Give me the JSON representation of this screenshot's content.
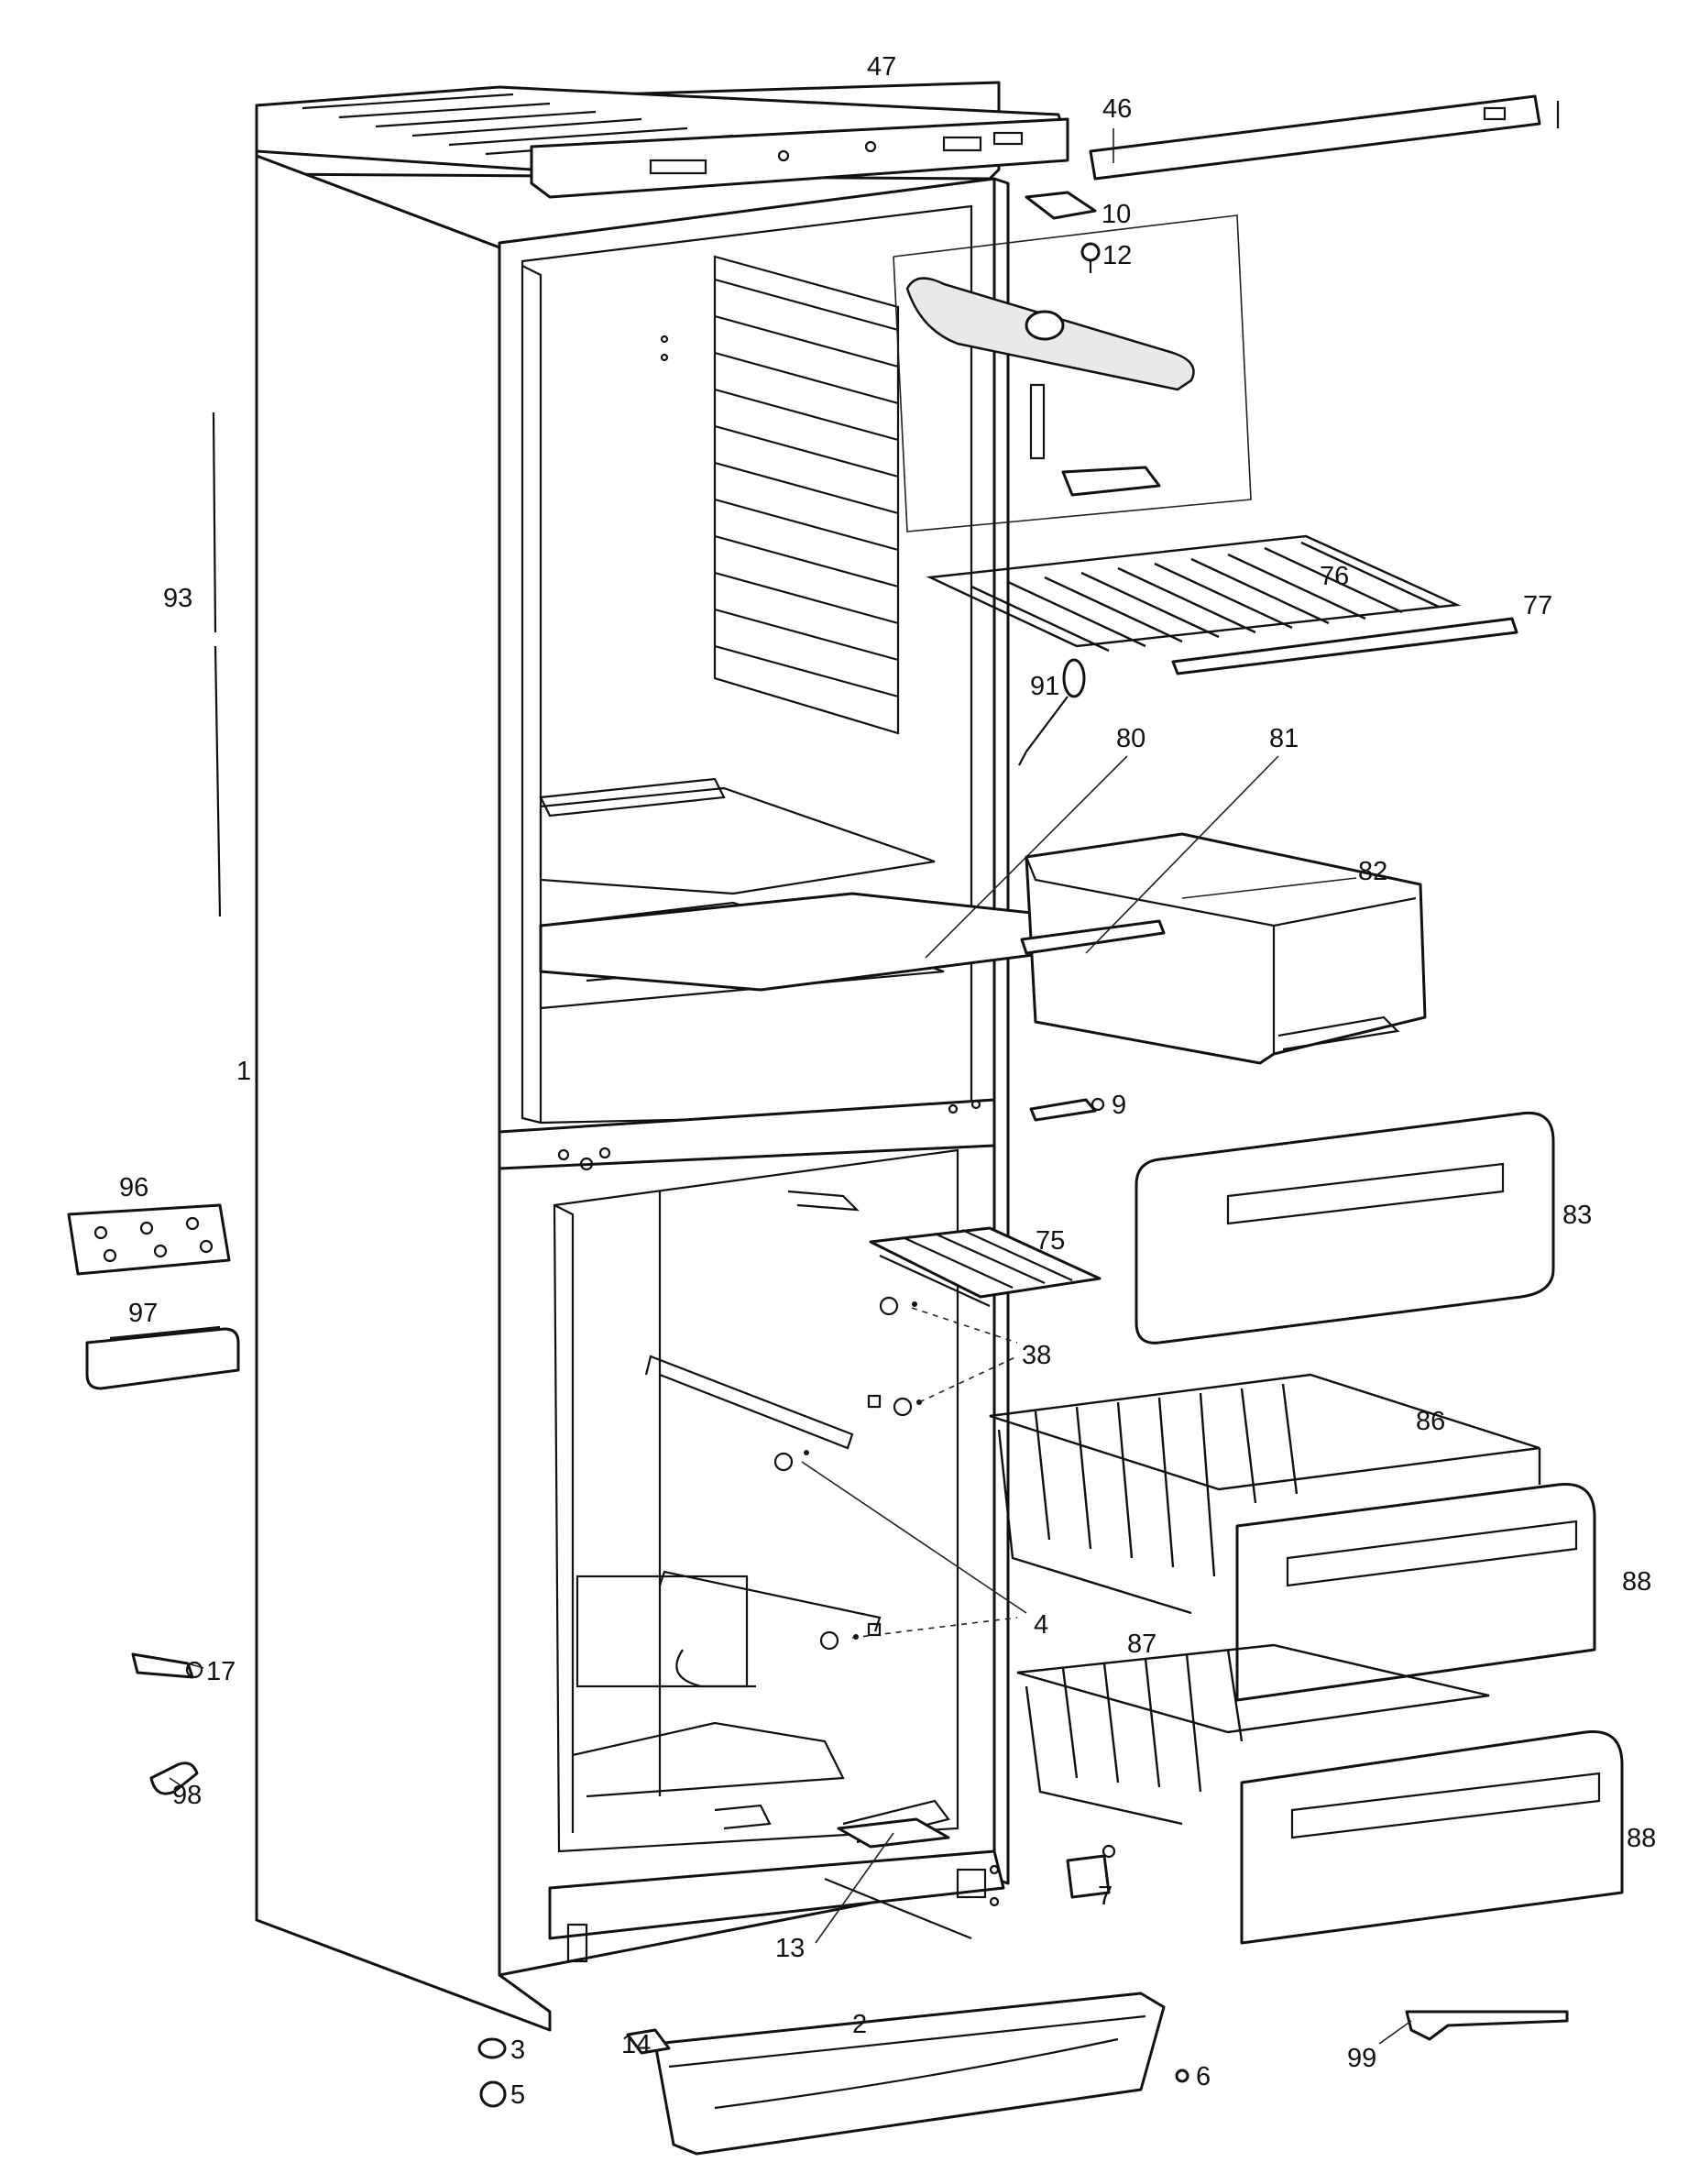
{
  "callouts": [
    {
      "id": "p47",
      "text": "47"
    },
    {
      "id": "p46",
      "text": "46"
    },
    {
      "id": "p10",
      "text": "10"
    },
    {
      "id": "p12",
      "text": "12"
    },
    {
      "id": "p76",
      "text": "76"
    },
    {
      "id": "p77",
      "text": "77"
    },
    {
      "id": "p93",
      "text": "93"
    },
    {
      "id": "p91",
      "text": "91"
    },
    {
      "id": "p80",
      "text": "80"
    },
    {
      "id": "p81",
      "text": "81"
    },
    {
      "id": "p82",
      "text": "82"
    },
    {
      "id": "p1",
      "text": "1"
    },
    {
      "id": "p9",
      "text": "9"
    },
    {
      "id": "p96",
      "text": "96"
    },
    {
      "id": "p83",
      "text": "83"
    },
    {
      "id": "p75",
      "text": "75"
    },
    {
      "id": "p97",
      "text": "97"
    },
    {
      "id": "p38",
      "text": "38"
    },
    {
      "id": "p86",
      "text": "86"
    },
    {
      "id": "p88a",
      "text": "88"
    },
    {
      "id": "p4",
      "text": "4"
    },
    {
      "id": "p87",
      "text": "87"
    },
    {
      "id": "p17",
      "text": "17"
    },
    {
      "id": "p98",
      "text": "98"
    },
    {
      "id": "p88b",
      "text": "88"
    },
    {
      "id": "p7",
      "text": "7"
    },
    {
      "id": "p13",
      "text": "13"
    },
    {
      "id": "p2",
      "text": "2"
    },
    {
      "id": "p14",
      "text": "14"
    },
    {
      "id": "p3",
      "text": "3"
    },
    {
      "id": "p6",
      "text": "6"
    },
    {
      "id": "p99",
      "text": "99"
    },
    {
      "id": "p5",
      "text": "5"
    }
  ]
}
